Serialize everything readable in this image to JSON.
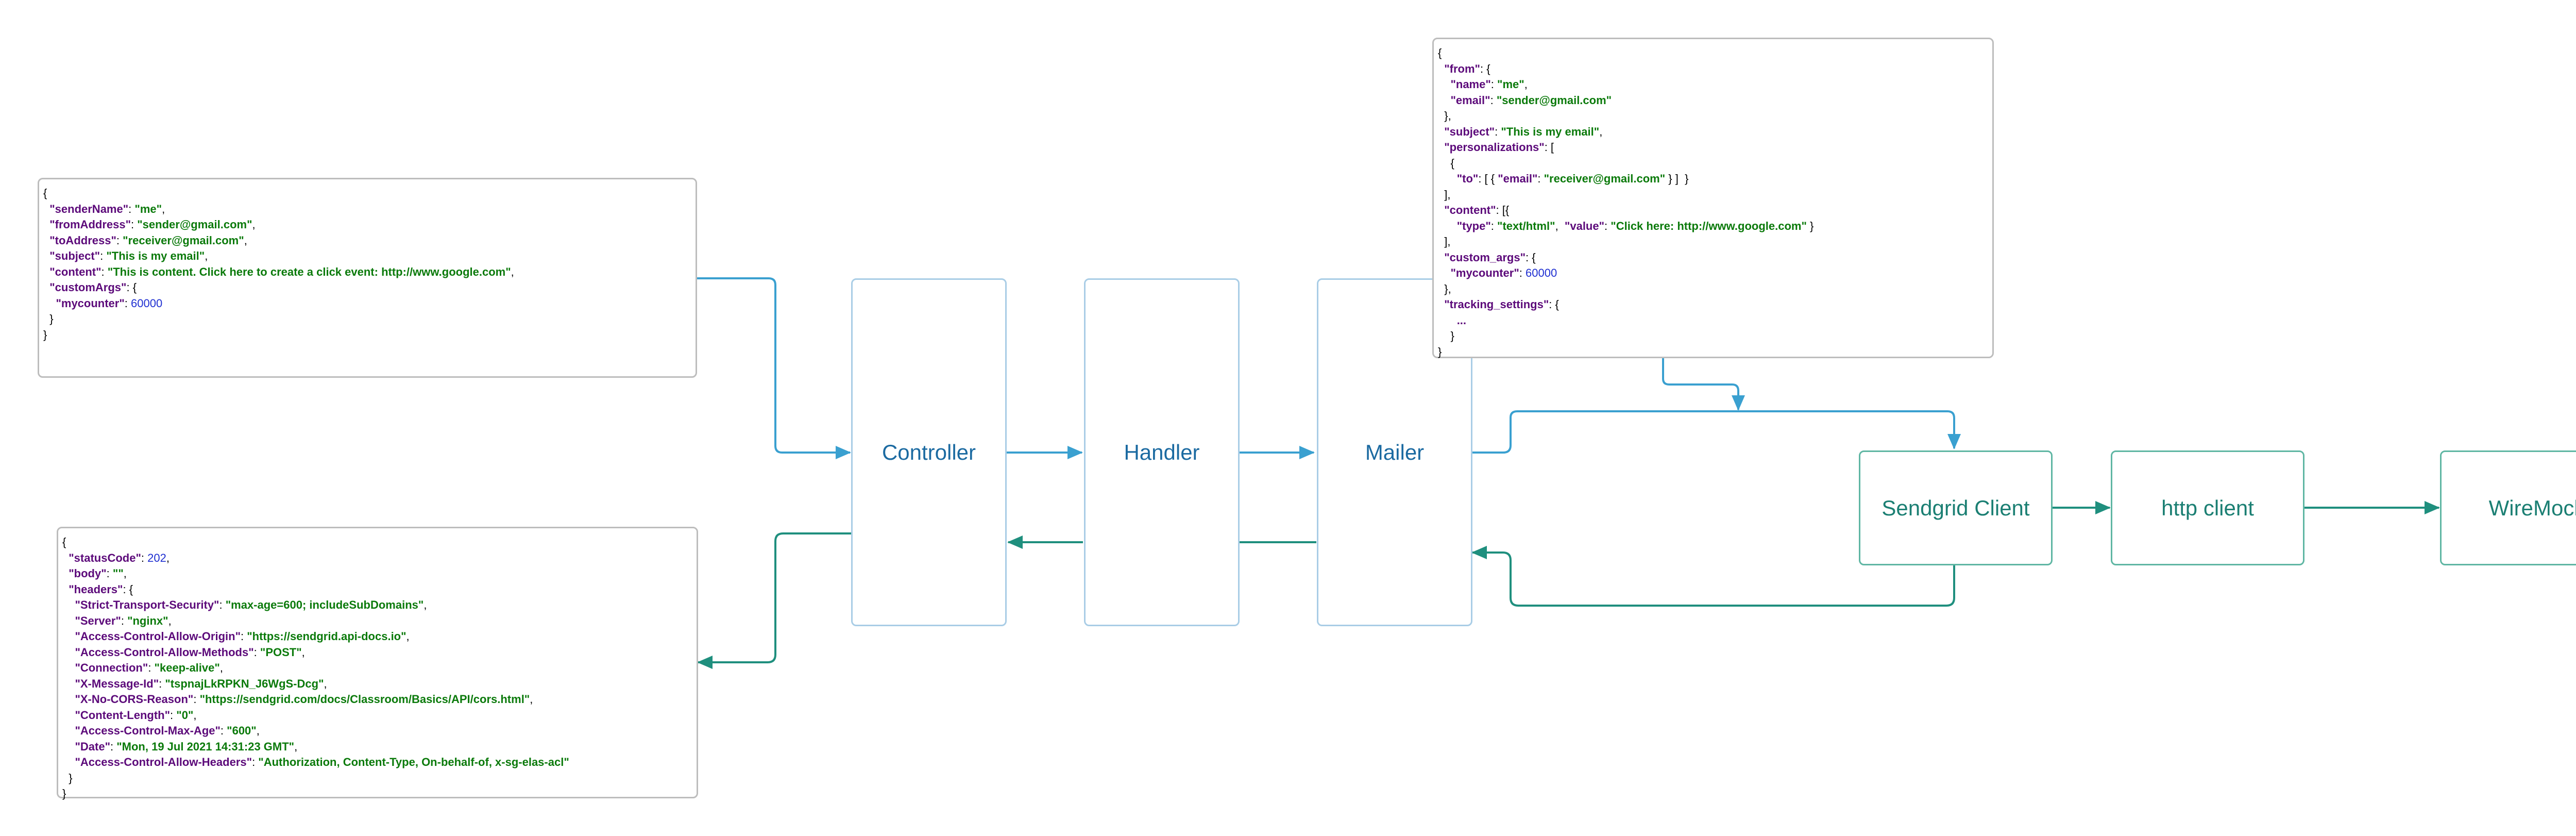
{
  "colors": {
    "arrow_blue": "#3aa0d0",
    "arrow_green": "#1f8f7e",
    "node_blue_text": "#1b6aa1",
    "node_green_text": "#1b7f73",
    "json_key": "#5c0a7a",
    "json_string": "#0b7a0b",
    "json_number": "#1f2fd1"
  },
  "nodes": {
    "controller": "Controller",
    "handler": "Handler",
    "mailer": "Mailer",
    "sendgrid_client": "Sendgrid Client",
    "http_client": "http client",
    "wiremock": "WireMock"
  },
  "request_json": [
    [
      [
        "p",
        "{"
      ]
    ],
    [
      [
        "p",
        "  "
      ],
      [
        "k",
        "\"senderName\""
      ],
      [
        "p",
        ": "
      ],
      [
        "s",
        "\"me\""
      ],
      [
        "p",
        ","
      ]
    ],
    [
      [
        "p",
        "  "
      ],
      [
        "k",
        "\"fromAddress\""
      ],
      [
        "p",
        ": "
      ],
      [
        "s",
        "\"sender@gmail.com\""
      ],
      [
        "p",
        ","
      ]
    ],
    [
      [
        "p",
        "  "
      ],
      [
        "k",
        "\"toAddress\""
      ],
      [
        "p",
        ": "
      ],
      [
        "s",
        "\"receiver@gmail.com\""
      ],
      [
        "p",
        ","
      ]
    ],
    [
      [
        "p",
        "  "
      ],
      [
        "k",
        "\"subject\""
      ],
      [
        "p",
        ": "
      ],
      [
        "s",
        "\"This is my email\""
      ],
      [
        "p",
        ","
      ]
    ],
    [
      [
        "p",
        "  "
      ],
      [
        "k",
        "\"content\""
      ],
      [
        "p",
        ": "
      ],
      [
        "s",
        "\"This is content. Click here to create a click event: http://www.google.com\""
      ],
      [
        "p",
        ","
      ]
    ],
    [
      [
        "p",
        "  "
      ],
      [
        "k",
        "\"customArgs\""
      ],
      [
        "p",
        ": {"
      ]
    ],
    [
      [
        "p",
        "    "
      ],
      [
        "k",
        "\"mycounter\""
      ],
      [
        "p",
        ": "
      ],
      [
        "n",
        "60000"
      ]
    ],
    [
      [
        "p",
        "  }"
      ]
    ],
    [
      [
        "p",
        "}"
      ]
    ]
  ],
  "sendgrid_json": [
    [
      [
        "p",
        "{"
      ]
    ],
    [
      [
        "p",
        "  "
      ],
      [
        "k",
        "\"from\""
      ],
      [
        "p",
        ": {"
      ]
    ],
    [
      [
        "p",
        "    "
      ],
      [
        "k",
        "\"name\""
      ],
      [
        "p",
        ": "
      ],
      [
        "s",
        "\"me\""
      ],
      [
        "p",
        ","
      ]
    ],
    [
      [
        "p",
        "    "
      ],
      [
        "k",
        "\"email\""
      ],
      [
        "p",
        ": "
      ],
      [
        "s",
        "\"sender@gmail.com\""
      ]
    ],
    [
      [
        "p",
        "  },"
      ]
    ],
    [
      [
        "p",
        "  "
      ],
      [
        "k",
        "\"subject\""
      ],
      [
        "p",
        ": "
      ],
      [
        "s",
        "\"This is my email\""
      ],
      [
        "p",
        ","
      ]
    ],
    [
      [
        "p",
        "  "
      ],
      [
        "k",
        "\"personalizations\""
      ],
      [
        "p",
        ": ["
      ]
    ],
    [
      [
        "p",
        "    {"
      ]
    ],
    [
      [
        "p",
        "      "
      ],
      [
        "k",
        "\"to\""
      ],
      [
        "p",
        ": [ { "
      ],
      [
        "k",
        "\"email\""
      ],
      [
        "p",
        ": "
      ],
      [
        "s",
        "\"receiver@gmail.com\""
      ],
      [
        "p",
        " } ]  }"
      ]
    ],
    [
      [
        "p",
        "  ],"
      ]
    ],
    [
      [
        "p",
        "  "
      ],
      [
        "k",
        "\"content\""
      ],
      [
        "p",
        ": [{"
      ]
    ],
    [
      [
        "p",
        "      "
      ],
      [
        "k",
        "\"type\""
      ],
      [
        "p",
        ": "
      ],
      [
        "s",
        "\"text/html\""
      ],
      [
        "p",
        ",  "
      ],
      [
        "k",
        "\"value\""
      ],
      [
        "p",
        ": "
      ],
      [
        "s",
        "\"Click here: http://www.google.com\""
      ],
      [
        "p",
        " }"
      ]
    ],
    [
      [
        "p",
        "  ],"
      ]
    ],
    [
      [
        "p",
        "  "
      ],
      [
        "k",
        "\"custom_args\""
      ],
      [
        "p",
        ": {"
      ]
    ],
    [
      [
        "p",
        "    "
      ],
      [
        "k",
        "\"mycounter\""
      ],
      [
        "p",
        ": "
      ],
      [
        "n",
        "60000"
      ]
    ],
    [
      [
        "p",
        "  },"
      ]
    ],
    [
      [
        "p",
        "  "
      ],
      [
        "k",
        "\"tracking_settings\""
      ],
      [
        "p",
        ": {"
      ]
    ],
    [
      [
        "p",
        "      "
      ],
      [
        "k",
        "..."
      ]
    ],
    [
      [
        "p",
        "    }"
      ]
    ],
    [
      [
        "p",
        "}"
      ]
    ]
  ],
  "response_json": [
    [
      [
        "p",
        "{"
      ]
    ],
    [
      [
        "p",
        "  "
      ],
      [
        "k",
        "\"statusCode\""
      ],
      [
        "p",
        ": "
      ],
      [
        "n",
        "202"
      ],
      [
        "p",
        ","
      ]
    ],
    [
      [
        "p",
        "  "
      ],
      [
        "k",
        "\"body\""
      ],
      [
        "p",
        ": "
      ],
      [
        "s",
        "\"\""
      ],
      [
        "p",
        ","
      ]
    ],
    [
      [
        "p",
        "  "
      ],
      [
        "k",
        "\"headers\""
      ],
      [
        "p",
        ": {"
      ]
    ],
    [
      [
        "p",
        "    "
      ],
      [
        "k",
        "\"Strict-Transport-Security\""
      ],
      [
        "p",
        ": "
      ],
      [
        "s",
        "\"max-age=600; includeSubDomains\""
      ],
      [
        "p",
        ","
      ]
    ],
    [
      [
        "p",
        "    "
      ],
      [
        "k",
        "\"Server\""
      ],
      [
        "p",
        ": "
      ],
      [
        "s",
        "\"nginx\""
      ],
      [
        "p",
        ","
      ]
    ],
    [
      [
        "p",
        "    "
      ],
      [
        "k",
        "\"Access-Control-Allow-Origin\""
      ],
      [
        "p",
        ": "
      ],
      [
        "s",
        "\"https://sendgrid.api-docs.io\""
      ],
      [
        "p",
        ","
      ]
    ],
    [
      [
        "p",
        "    "
      ],
      [
        "k",
        "\"Access-Control-Allow-Methods\""
      ],
      [
        "p",
        ": "
      ],
      [
        "s",
        "\"POST\""
      ],
      [
        "p",
        ","
      ]
    ],
    [
      [
        "p",
        "    "
      ],
      [
        "k",
        "\"Connection\""
      ],
      [
        "p",
        ": "
      ],
      [
        "s",
        "\"keep-alive\""
      ],
      [
        "p",
        ","
      ]
    ],
    [
      [
        "p",
        "    "
      ],
      [
        "k",
        "\"X-Message-Id\""
      ],
      [
        "p",
        ": "
      ],
      [
        "s",
        "\"tspnajLkRPKN_J6WgS-Dcg\""
      ],
      [
        "p",
        ","
      ]
    ],
    [
      [
        "p",
        "    "
      ],
      [
        "k",
        "\"X-No-CORS-Reason\""
      ],
      [
        "p",
        ": "
      ],
      [
        "s",
        "\"https://sendgrid.com/docs/Classroom/Basics/API/cors.html\""
      ],
      [
        "p",
        ","
      ]
    ],
    [
      [
        "p",
        "    "
      ],
      [
        "k",
        "\"Content-Length\""
      ],
      [
        "p",
        ": "
      ],
      [
        "s",
        "\"0\""
      ],
      [
        "p",
        ","
      ]
    ],
    [
      [
        "p",
        "    "
      ],
      [
        "k",
        "\"Access-Control-Max-Age\""
      ],
      [
        "p",
        ": "
      ],
      [
        "s",
        "\"600\""
      ],
      [
        "p",
        ","
      ]
    ],
    [
      [
        "p",
        "    "
      ],
      [
        "k",
        "\"Date\""
      ],
      [
        "p",
        ": "
      ],
      [
        "s",
        "\"Mon, 19 Jul 2021 14:31:23 GMT\""
      ],
      [
        "p",
        ","
      ]
    ],
    [
      [
        "p",
        "    "
      ],
      [
        "k",
        "\"Access-Control-Allow-Headers\""
      ],
      [
        "p",
        ": "
      ],
      [
        "s",
        "\"Authorization, Content-Type, On-behalf-of, x-sg-elas-acl\""
      ]
    ],
    [
      [
        "p",
        "  }"
      ]
    ],
    [
      [
        "p",
        "}"
      ]
    ]
  ]
}
